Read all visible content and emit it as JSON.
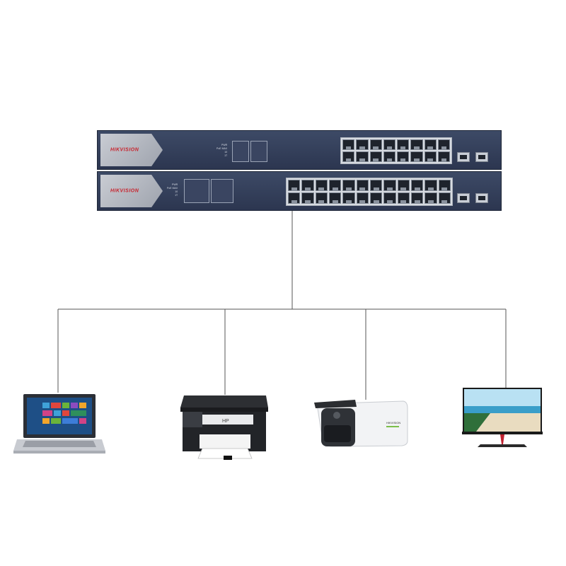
{
  "switches": [
    {
      "brand": "HIKVISION",
      "led_labels": [
        "PWR",
        "PoE MAX",
        "10",
        "1T"
      ]
    },
    {
      "brand": "HIKVISION",
      "led_labels": [
        "PWR",
        "PoE MAX",
        "10",
        "1T"
      ]
    }
  ],
  "devices": [
    {
      "name": "laptop",
      "icon": "laptop-icon"
    },
    {
      "name": "printer",
      "icon": "printer-icon",
      "label": "HP"
    },
    {
      "name": "camera",
      "icon": "bullet-camera-icon",
      "label": "HIKVISION"
    },
    {
      "name": "monitor",
      "icon": "monitor-icon"
    }
  ],
  "colors": {
    "switch_body": "#2c3650",
    "line": "#555555",
    "brand_red": "#c8202a"
  }
}
